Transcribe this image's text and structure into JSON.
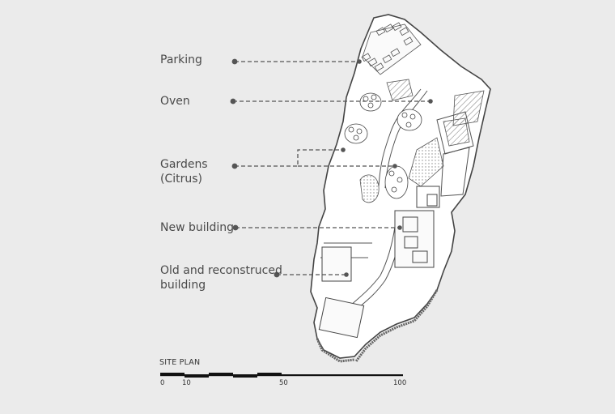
{
  "labels": {
    "parking": "Parking",
    "oven": "Oven",
    "gardens_line1": "Gardens",
    "gardens_line2": "(Citrus)",
    "new_building": "New building",
    "old_line1": "Old and reconstruced",
    "old_line2": "building"
  },
  "scale": {
    "title": "SITE PLAN",
    "ticks": [
      "0",
      "10",
      "50",
      "100"
    ]
  },
  "colors": {
    "background": "#ebebeb",
    "line": "#555555",
    "site_fill": "#ffffff",
    "text": "#4a4a4a"
  }
}
